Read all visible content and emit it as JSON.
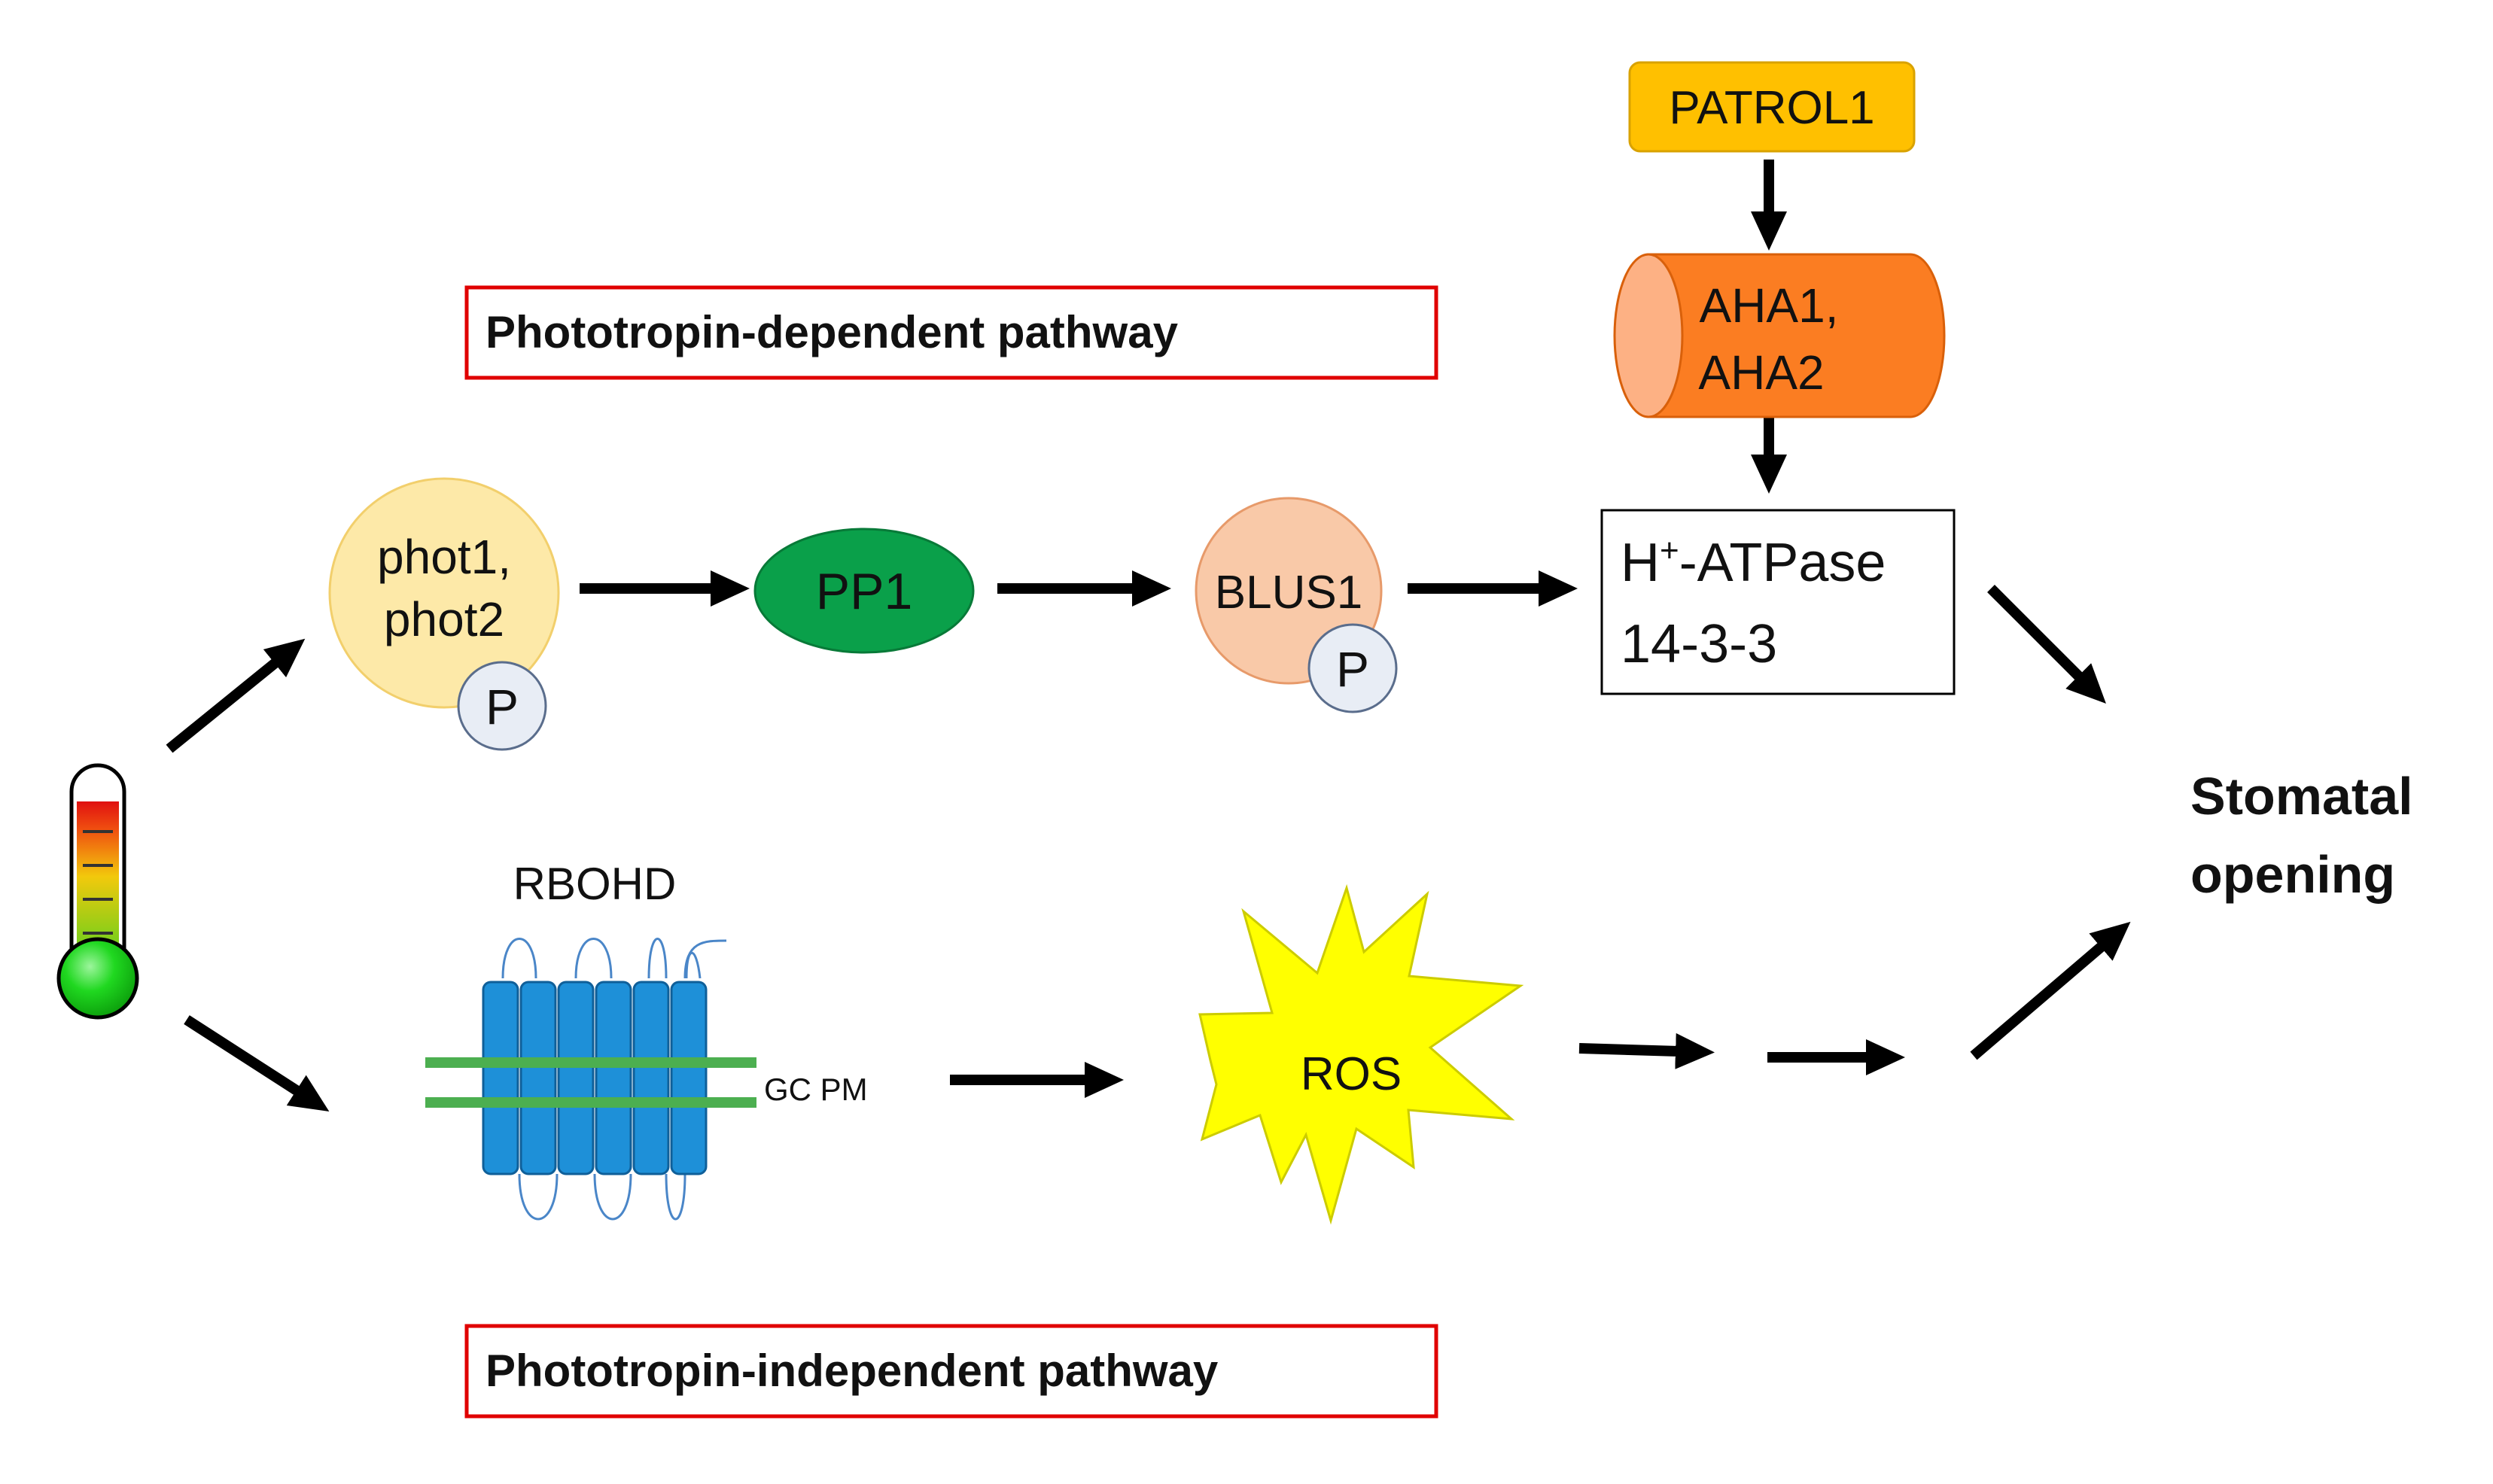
{
  "labels": {
    "phototropin_dependent": "Phototropin-dependent pathway",
    "phototropin_independent": "Phototropin-independent pathway",
    "phot_line1": "phot1,",
    "phot_line2": "phot2",
    "phosphate": "P",
    "pp1": "PP1",
    "blus1": "BLUS1",
    "patrol1": "PATROL1",
    "aha_line1": "AHA1,",
    "aha_line2": "AHA2",
    "h_plus": "H",
    "superscript_plus": "+",
    "atpase_suffix": "-ATPase",
    "protein_1433": "14-3-3",
    "rbohd": "RBOHD",
    "gc_pm": "GC PM",
    "ros": "ROS",
    "stomatal": "Stomatal",
    "opening": "opening"
  },
  "colors": {
    "phot": "#fde9a8",
    "phosphate": "#e8edf5",
    "pp1": "#0aa04a",
    "blus1": "#f9c9a8",
    "patrol1": "#ffc000",
    "aha": "#fb7d22",
    "aha_end": "#fdb184",
    "rbohd": "#1e90d8",
    "membrane": "#4caf50",
    "ros": "#ffff00",
    "box_border": "#e00000",
    "arrow": "#000000"
  },
  "icons": {
    "thermometer": "thermometer-icon"
  }
}
